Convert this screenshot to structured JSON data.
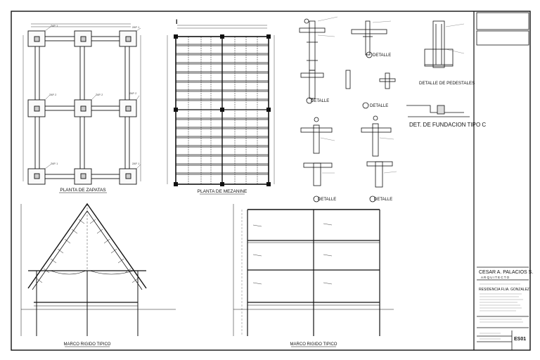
{
  "titles": {
    "zapatas": "PLANTA DE ZAPATAS",
    "mezanine": "PLANTA DE MEZANINE",
    "marco_left": "MARCO RIGIDO TIPICO",
    "marco_right": "MARCO RIGIDO TIPICO",
    "pedestales": "DETALLE DE PEDESTALES",
    "fundacion": "DET. DE FUNDACION TIPO  C",
    "grid_mark": "I"
  },
  "detail_labels": [
    "DETALLE",
    "DETALLE",
    "DETALLE",
    "DETALLE",
    "DETALLE"
  ],
  "footing_labels": [
    "ZAP. 1",
    "ZAP. 1",
    "ZAP. 2",
    "ZAP. 2",
    "ZAP. 2",
    "ZAP. 1",
    "ZAP. 1"
  ],
  "title_block": {
    "architect": "CESAR A. PALACIOS S.",
    "subtitle": "A R Q U I T E C T O",
    "project": "RESIDENCIA FLIA. GONZALEZ",
    "sheet_no": "ES01"
  }
}
